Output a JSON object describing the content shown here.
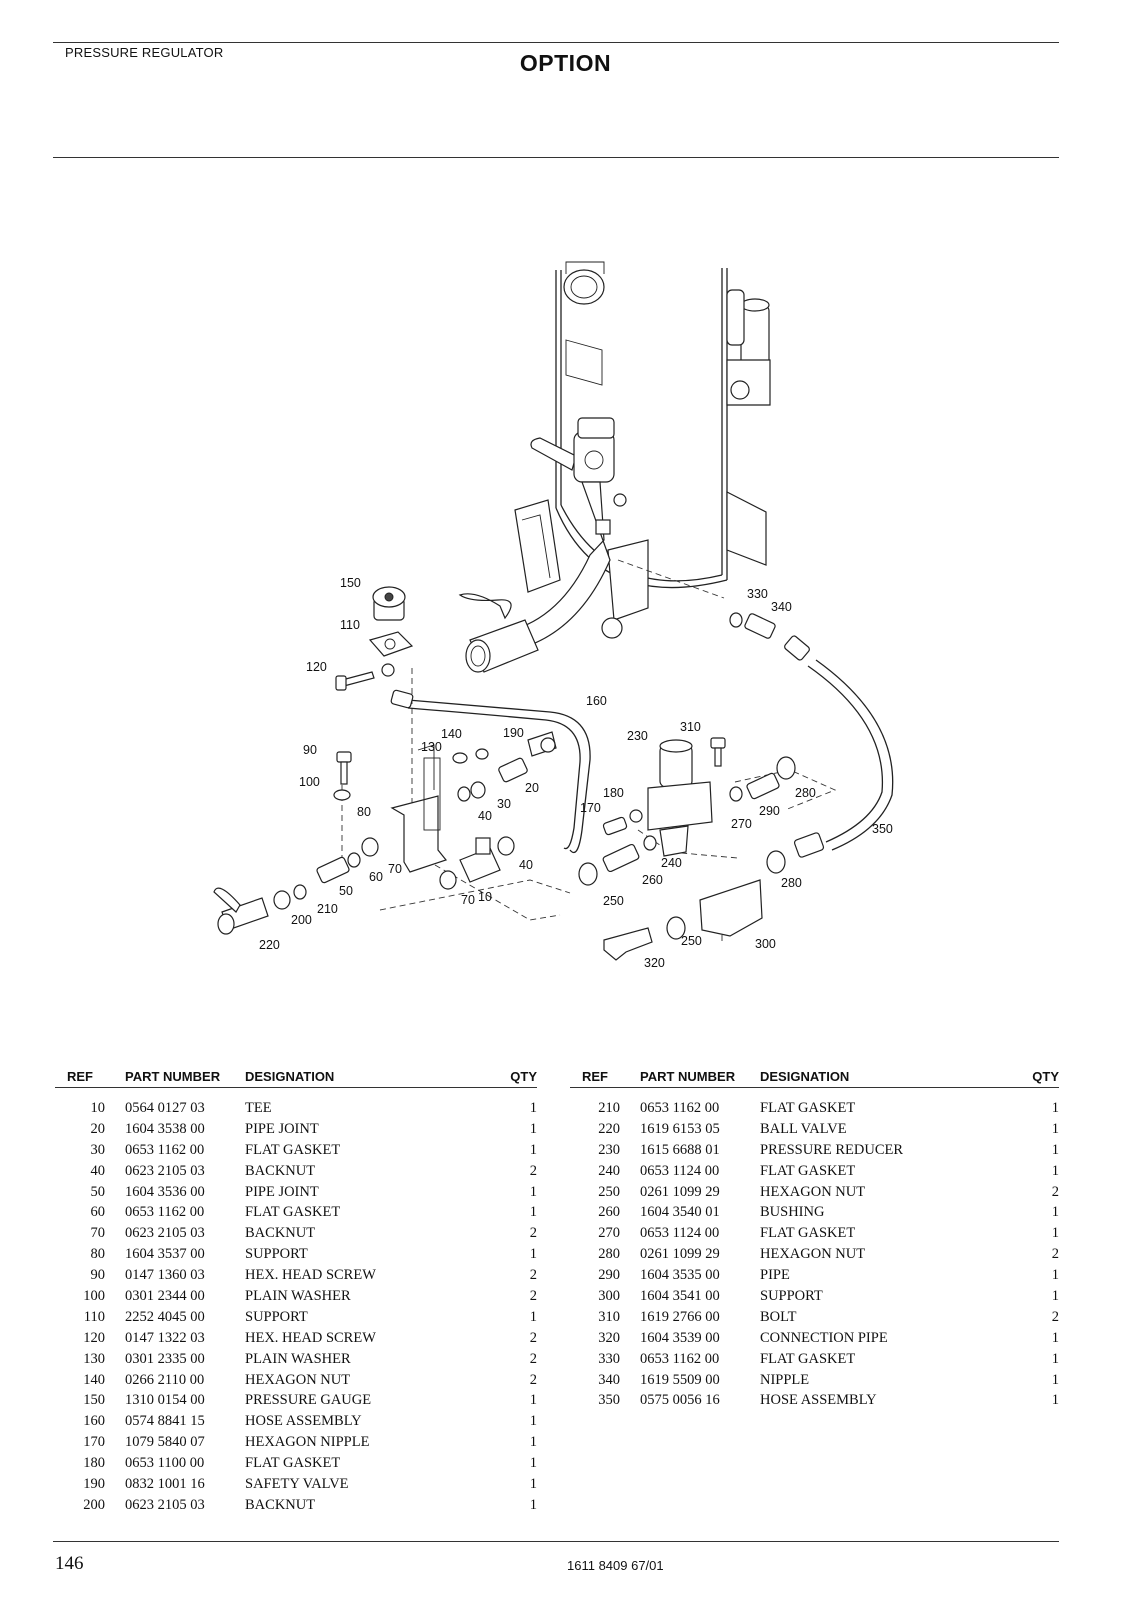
{
  "header": {
    "section_label": "PRESSURE REGULATOR",
    "title": "OPTION"
  },
  "diagram": {
    "callouts": [
      "150",
      "110",
      "120",
      "90",
      "100",
      "80",
      "130",
      "140",
      "190",
      "160",
      "20",
      "30",
      "40",
      "60",
      "70",
      "50",
      "210",
      "200",
      "220",
      "10",
      "230",
      "310",
      "180",
      "170",
      "250",
      "260",
      "240",
      "320",
      "330",
      "340",
      "280",
      "290",
      "270",
      "350",
      "300"
    ]
  },
  "table": {
    "headers": {
      "ref": "REF",
      "part_number": "PART NUMBER",
      "designation": "DESIGNATION",
      "qty": "QTY"
    },
    "left_rows": [
      {
        "ref": "10",
        "part_number": "0564 0127 03",
        "designation": "TEE",
        "qty": "1"
      },
      {
        "ref": "20",
        "part_number": "1604 3538 00",
        "designation": "PIPE JOINT",
        "qty": "1"
      },
      {
        "ref": "30",
        "part_number": "0653 1162 00",
        "designation": "FLAT GASKET",
        "qty": "1"
      },
      {
        "ref": "40",
        "part_number": "0623 2105 03",
        "designation": "BACKNUT",
        "qty": "2"
      },
      {
        "ref": "50",
        "part_number": "1604 3536 00",
        "designation": "PIPE JOINT",
        "qty": "1"
      },
      {
        "ref": "60",
        "part_number": "0653 1162 00",
        "designation": "FLAT GASKET",
        "qty": "1"
      },
      {
        "ref": "70",
        "part_number": "0623 2105 03",
        "designation": "BACKNUT",
        "qty": "2"
      },
      {
        "ref": "80",
        "part_number": "1604 3537 00",
        "designation": "SUPPORT",
        "qty": "1"
      },
      {
        "ref": "90",
        "part_number": "0147 1360 03",
        "designation": "HEX. HEAD SCREW",
        "qty": "2"
      },
      {
        "ref": "100",
        "part_number": "0301 2344 00",
        "designation": "PLAIN WASHER",
        "qty": "2"
      },
      {
        "ref": "110",
        "part_number": "2252 4045 00",
        "designation": "SUPPORT",
        "qty": "1"
      },
      {
        "ref": "120",
        "part_number": "0147 1322 03",
        "designation": "HEX. HEAD SCREW",
        "qty": "2"
      },
      {
        "ref": "130",
        "part_number": "0301 2335 00",
        "designation": "PLAIN WASHER",
        "qty": "2"
      },
      {
        "ref": "140",
        "part_number": "0266 2110 00",
        "designation": "HEXAGON NUT",
        "qty": "2"
      },
      {
        "ref": "150",
        "part_number": "1310 0154 00",
        "designation": "PRESSURE GAUGE",
        "qty": "1"
      },
      {
        "ref": "160",
        "part_number": "0574 8841 15",
        "designation": "HOSE ASSEMBLY",
        "qty": "1"
      },
      {
        "ref": "170",
        "part_number": "1079 5840 07",
        "designation": "HEXAGON NIPPLE",
        "qty": "1"
      },
      {
        "ref": "180",
        "part_number": "0653 1100 00",
        "designation": "FLAT GASKET",
        "qty": "1"
      },
      {
        "ref": "190",
        "part_number": "0832 1001 16",
        "designation": "SAFETY VALVE",
        "qty": "1"
      },
      {
        "ref": "200",
        "part_number": "0623 2105 03",
        "designation": "BACKNUT",
        "qty": "1"
      }
    ],
    "right_rows": [
      {
        "ref": "210",
        "part_number": "0653 1162 00",
        "designation": "FLAT GASKET",
        "qty": "1"
      },
      {
        "ref": "220",
        "part_number": "1619 6153 05",
        "designation": "BALL VALVE",
        "qty": "1"
      },
      {
        "ref": "230",
        "part_number": "1615 6688 01",
        "designation": "PRESSURE REDUCER",
        "qty": "1"
      },
      {
        "ref": "240",
        "part_number": "0653 1124 00",
        "designation": "FLAT GASKET",
        "qty": "1"
      },
      {
        "ref": "250",
        "part_number": "0261 1099 29",
        "designation": "HEXAGON NUT",
        "qty": "2"
      },
      {
        "ref": "260",
        "part_number": "1604 3540 01",
        "designation": "BUSHING",
        "qty": "1"
      },
      {
        "ref": "270",
        "part_number": "0653 1124 00",
        "designation": "FLAT GASKET",
        "qty": "1"
      },
      {
        "ref": "280",
        "part_number": "0261 1099 29",
        "designation": "HEXAGON NUT",
        "qty": "2"
      },
      {
        "ref": "290",
        "part_number": "1604 3535 00",
        "designation": "PIPE",
        "qty": "1"
      },
      {
        "ref": "300",
        "part_number": "1604 3541 00",
        "designation": "SUPPORT",
        "qty": "1"
      },
      {
        "ref": "310",
        "part_number": "1619 2766 00",
        "designation": "BOLT",
        "qty": "2"
      },
      {
        "ref": "320",
        "part_number": "1604 3539 00",
        "designation": "CONNECTION PIPE",
        "qty": "1"
      },
      {
        "ref": "330",
        "part_number": "0653 1162 00",
        "designation": "FLAT GASKET",
        "qty": "1"
      },
      {
        "ref": "340",
        "part_number": "1619 5509 00",
        "designation": "NIPPLE",
        "qty": "1"
      },
      {
        "ref": "350",
        "part_number": "0575 0056 16",
        "designation": "HOSE ASSEMBLY",
        "qty": "1"
      }
    ]
  },
  "footer": {
    "page_number": "146",
    "doc_code": "1611 8409 67/01"
  }
}
